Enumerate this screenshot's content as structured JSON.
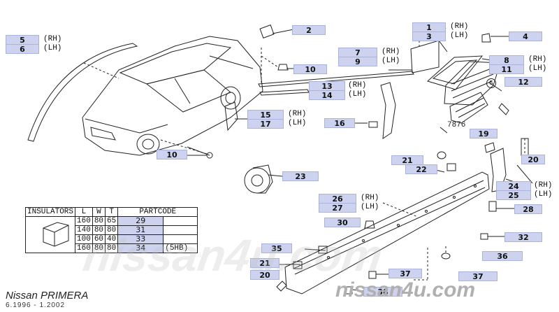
{
  "footer": {
    "brand": "Nissan PRIMERA",
    "dates": "6.1996 - 1.2002"
  },
  "watermark": {
    "text": "nissan4u.com"
  },
  "side_labels": {
    "rh": "(RH)",
    "lh": "(LH)"
  },
  "callouts": {
    "c1": "1",
    "c2": "2",
    "c3": "3",
    "c4": "4",
    "c5": "5",
    "c6": "6",
    "c7": "7",
    "c8": "8",
    "c9": "9",
    "c10a": "10",
    "c10b": "10",
    "c11": "11",
    "c12": "12",
    "c13": "13",
    "c14": "14",
    "c15": "15",
    "c16": "16",
    "c17": "17",
    "c19": "19",
    "c20a": "20",
    "c20b": "20",
    "c21a": "21",
    "c21b": "21",
    "c22": "22",
    "c23": "23",
    "c24": "24",
    "c25": "25",
    "c26": "26",
    "c27": "27",
    "c28": "28",
    "c30": "30",
    "c32": "32",
    "c35": "35",
    "c36": "36",
    "c37a": "37",
    "c37b": "37",
    "c38": "38"
  },
  "inline_labels": {
    "s": "S",
    "part_7876": "7876"
  },
  "insulators_table": {
    "title": "INSULATORS",
    "headers": [
      "L",
      "W",
      "T",
      "PARTCODE"
    ],
    "rows": [
      {
        "l": "160",
        "w": "80",
        "t": "65",
        "code": "29",
        "note": ""
      },
      {
        "l": "140",
        "w": "80",
        "t": "80",
        "code": "31",
        "note": ""
      },
      {
        "l": "100",
        "w": "60",
        "t": "40",
        "code": "33",
        "note": ""
      },
      {
        "l": "160",
        "w": "80",
        "t": "80",
        "code": "34",
        "note": "(5HB)"
      }
    ]
  }
}
